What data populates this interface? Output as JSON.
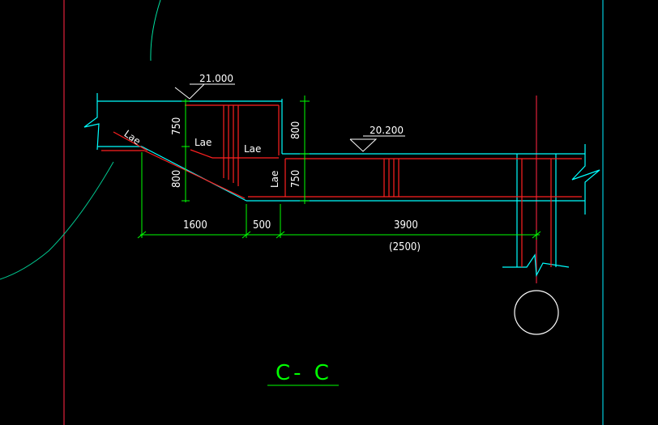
{
  "colors": {
    "background": "#000000",
    "concrete": "#00ffff",
    "rebar": "#ff2020",
    "dimension": "#00ff00",
    "text": "#ffffff",
    "title": "#00ff00"
  },
  "elevations": {
    "upper": "21.000",
    "lower": "20.200"
  },
  "anchorage": {
    "l1": "Lae",
    "l2": "Lae",
    "l3": "Lae",
    "l4": "Lae"
  },
  "dimensions": {
    "v1": "750",
    "v2": "800",
    "v3": "800",
    "v4": "750",
    "h1": "1600",
    "h2": "500",
    "h3": "3900",
    "h3_alt": "(2500)"
  },
  "section": {
    "title": "C- C"
  }
}
